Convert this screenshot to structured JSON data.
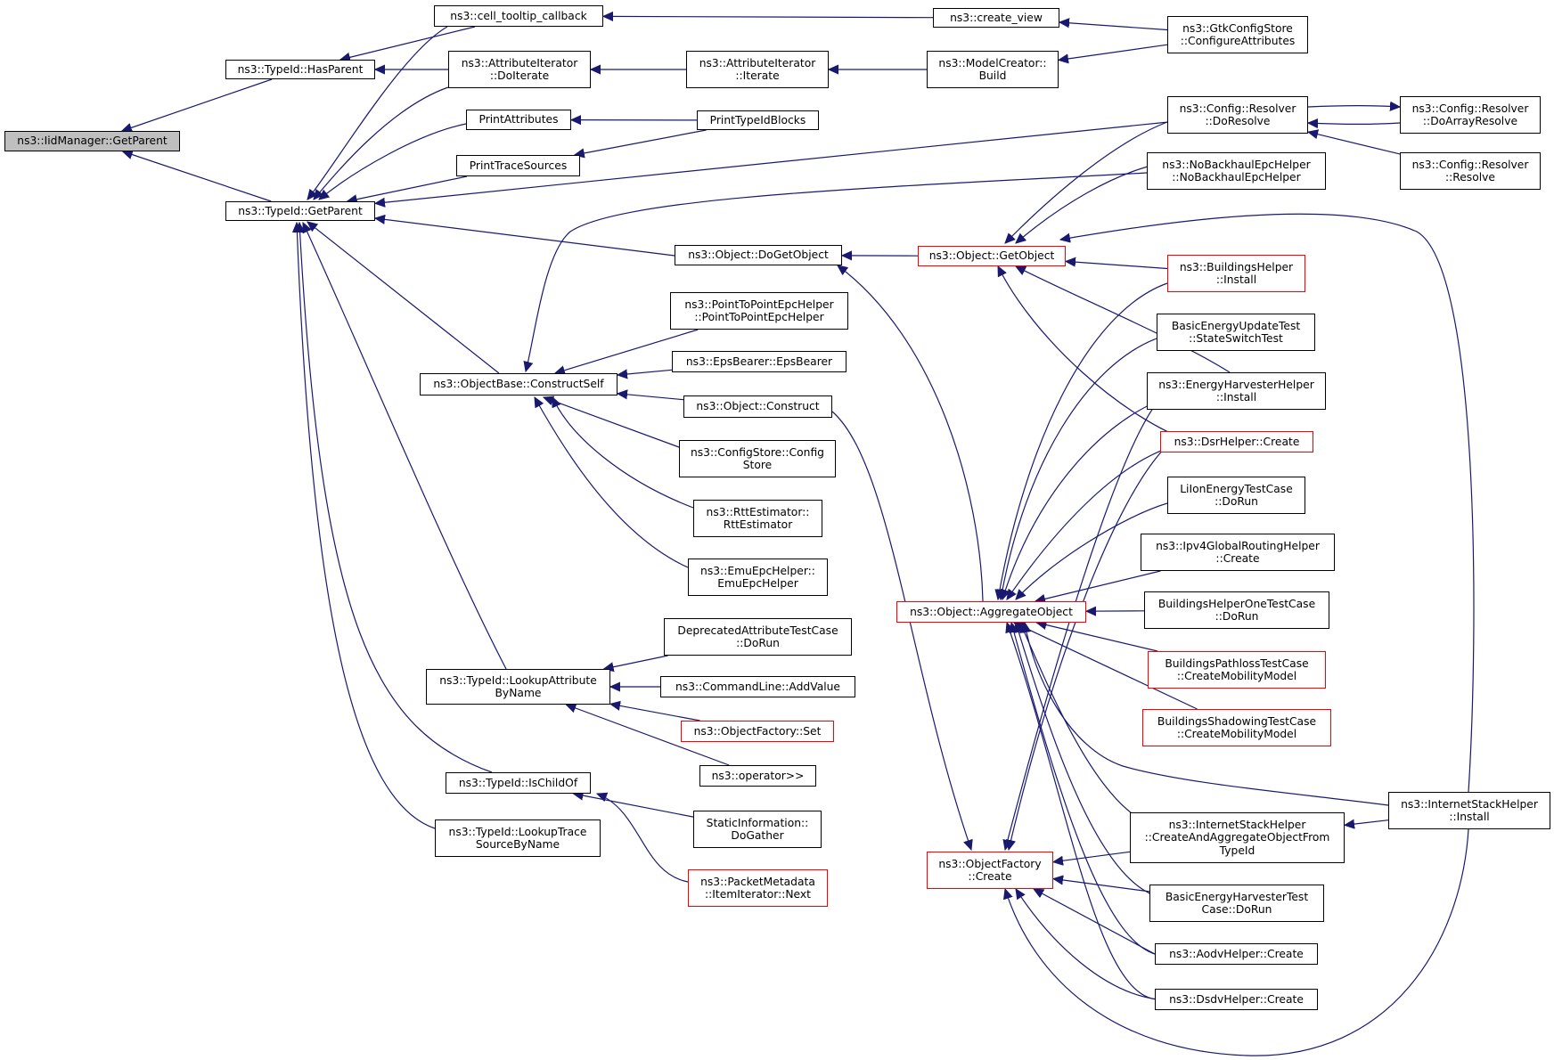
{
  "colors": {
    "edge": "#191970",
    "border": "#000000",
    "red_border": "#ff0000",
    "focus_fill": "#bfbfbf"
  },
  "nodes": {
    "getparent_mgr": {
      "label": "ns3::IidManager::GetParent",
      "style": "focus"
    },
    "hasparent": {
      "label": "ns3::TypeId::HasParent"
    },
    "typeid_getparent": {
      "label": "ns3::TypeId::GetParent"
    },
    "cell_tooltip": {
      "label": "ns3::cell_tooltip_callback"
    },
    "attr_doiterate": {
      "label": "ns3::AttributeIterator\n::DoIterate"
    },
    "printattributes": {
      "label": "PrintAttributes"
    },
    "printtracesources": {
      "label": "PrintTraceSources"
    },
    "create_view": {
      "label": "ns3::create_view"
    },
    "attr_iterate": {
      "label": "ns3::AttributeIterator\n::Iterate"
    },
    "modelcreator_build": {
      "label": "ns3::ModelCreator::\nBuild"
    },
    "printtypeidblocks": {
      "label": "PrintTypeIdBlocks"
    },
    "gtkconfigstore": {
      "label": "ns3::GtkConfigStore\n::ConfigureAttributes"
    },
    "resolver_doresolve": {
      "label": "ns3::Config::Resolver\n::DoResolve"
    },
    "resolver_doarray": {
      "label": "ns3::Config::Resolver\n::DoArrayResolve"
    },
    "resolver_resolve": {
      "label": "ns3::Config::Resolver\n::Resolve"
    },
    "nobackhaul": {
      "label": "ns3::NoBackhaulEpcHelper\n::NoBackhaulEpcHelper"
    },
    "object_dogetobject": {
      "label": "ns3::Object::DoGetObject"
    },
    "object_getobject": {
      "label": "ns3::Object::GetObject",
      "style": "red"
    },
    "buildings_install": {
      "label": "ns3::BuildingsHelper\n::Install",
      "style": "red"
    },
    "basicenergyupdate": {
      "label": "BasicEnergyUpdateTest\n::StateSwitchTest"
    },
    "energyharvester_install": {
      "label": "ns3::EnergyHarvesterHelper\n::Install"
    },
    "dsrhelper_create": {
      "label": "ns3::DsrHelper::Create",
      "style": "red"
    },
    "lilon": {
      "label": "LiIonEnergyTestCase\n::DoRun"
    },
    "ipv4global": {
      "label": "ns3::Ipv4GlobalRoutingHelper\n::Create"
    },
    "buildingsonetest": {
      "label": "BuildingsHelperOneTestCase\n::DoRun"
    },
    "buildingspathloss": {
      "label": "BuildingsPathlossTestCase\n::CreateMobilityModel",
      "style": "red"
    },
    "buildingsshadowing": {
      "label": "BuildingsShadowingTestCase\n::CreateMobilityModel",
      "style": "red"
    },
    "aggregateobject": {
      "label": "ns3::Object::AggregateObject",
      "style": "red"
    },
    "internetstack_install": {
      "label": "ns3::InternetStackHelper\n::Install"
    },
    "internetstack_create": {
      "label": "ns3::InternetStackHelper\n::CreateAndAggregateObjectFrom\nTypeId"
    },
    "basicenergyharvester": {
      "label": "BasicEnergyHarvesterTest\nCase::DoRun"
    },
    "aodv_create": {
      "label": "ns3::AodvHelper::Create"
    },
    "dsdv_create": {
      "label": "ns3::DsdvHelper::Create"
    },
    "objectfactory_create": {
      "label": "ns3::ObjectFactory\n::Create",
      "style": "red"
    },
    "p2pepchelper": {
      "label": "ns3::PointToPointEpcHelper\n::PointToPointEpcHelper"
    },
    "epsbearer": {
      "label": "ns3::EpsBearer::EpsBearer"
    },
    "objectbase_constructself": {
      "label": "ns3::ObjectBase::ConstructSelf"
    },
    "object_construct": {
      "label": "ns3::Object::Construct"
    },
    "configstore": {
      "label": "ns3::ConfigStore::Config\nStore"
    },
    "rttestimator": {
      "label": "ns3::RttEstimator::\nRttEstimator"
    },
    "emuepchelper": {
      "label": "ns3::EmuEpcHelper::\nEmuEpcHelper"
    },
    "lookupattr": {
      "label": "ns3::TypeId::LookupAttribute\nByName"
    },
    "deprecatedattr": {
      "label": "DeprecatedAttributeTestCase\n::DoRun"
    },
    "cmdline_addvalue": {
      "label": "ns3::CommandLine::AddValue"
    },
    "objectfactory_set": {
      "label": "ns3::ObjectFactory::Set",
      "style": "red"
    },
    "operator_shift": {
      "label": "ns3::operator>>"
    },
    "ischildof": {
      "label": "ns3::TypeId::IsChildOf"
    },
    "staticinformation": {
      "label": "StaticInformation::\nDoGather"
    },
    "packetmetadata": {
      "label": "ns3::PacketMetadata\n::ItemIterator::Next",
      "style": "red"
    },
    "lookuptrace": {
      "label": "ns3::TypeId::LookupTrace\nSourceByName"
    }
  },
  "edges": [
    [
      "hasparent",
      "getparent_mgr"
    ],
    [
      "typeid_getparent",
      "getparent_mgr"
    ],
    [
      "cell_tooltip",
      "hasparent"
    ],
    [
      "attr_doiterate",
      "hasparent"
    ],
    [
      "cell_tooltip",
      "typeid_getparent"
    ],
    [
      "attr_doiterate",
      "typeid_getparent"
    ],
    [
      "printattributes",
      "typeid_getparent"
    ],
    [
      "printtracesources",
      "typeid_getparent"
    ],
    [
      "resolver_doresolve",
      "typeid_getparent"
    ],
    [
      "object_dogetobject",
      "typeid_getparent"
    ],
    [
      "objectbase_constructself",
      "typeid_getparent"
    ],
    [
      "lookupattr",
      "typeid_getparent"
    ],
    [
      "ischildof",
      "typeid_getparent"
    ],
    [
      "lookuptrace",
      "typeid_getparent"
    ],
    [
      "create_view",
      "cell_tooltip"
    ],
    [
      "gtkconfigstore",
      "create_view"
    ],
    [
      "attr_iterate",
      "attr_doiterate"
    ],
    [
      "modelcreator_build",
      "attr_iterate"
    ],
    [
      "gtkconfigstore",
      "modelcreator_build"
    ],
    [
      "printtypeidblocks",
      "printattributes"
    ],
    [
      "printtypeidblocks",
      "printtracesources"
    ],
    [
      "resolver_doarray",
      "resolver_doresolve"
    ],
    [
      "resolver_doresolve",
      "resolver_doarray"
    ],
    [
      "resolver_resolve",
      "resolver_doresolve"
    ],
    [
      "object_getobject",
      "object_dogetobject"
    ],
    [
      "resolver_doresolve",
      "object_getobject"
    ],
    [
      "nobackhaul",
      "object_getobject"
    ],
    [
      "buildings_install",
      "object_getobject"
    ],
    [
      "energyharvester_install",
      "object_getobject"
    ],
    [
      "dsrhelper_create",
      "object_getobject"
    ],
    [
      "internetstack_install",
      "object_getobject"
    ],
    [
      "aggregateobject",
      "object_dogetobject"
    ],
    [
      "buildings_install",
      "aggregateobject"
    ],
    [
      "basicenergyupdate",
      "aggregateobject"
    ],
    [
      "energyharvester_install",
      "aggregateobject"
    ],
    [
      "dsrhelper_create",
      "aggregateobject"
    ],
    [
      "lilon",
      "aggregateobject"
    ],
    [
      "ipv4global",
      "aggregateobject"
    ],
    [
      "buildingsonetest",
      "aggregateobject"
    ],
    [
      "buildingspathloss",
      "aggregateobject"
    ],
    [
      "buildingsshadowing",
      "aggregateobject"
    ],
    [
      "internetstack_install",
      "aggregateobject"
    ],
    [
      "internetstack_create",
      "aggregateobject"
    ],
    [
      "basicenergyharvester",
      "aggregateobject"
    ],
    [
      "aodv_create",
      "aggregateobject"
    ],
    [
      "dsdv_create",
      "aggregateobject"
    ],
    [
      "internetstack_install",
      "internetstack_create"
    ],
    [
      "internetstack_create",
      "objectfactory_create"
    ],
    [
      "basicenergyharvester",
      "objectfactory_create"
    ],
    [
      "aodv_create",
      "objectfactory_create"
    ],
    [
      "dsdv_create",
      "objectfactory_create"
    ],
    [
      "internetstack_install",
      "objectfactory_create"
    ],
    [
      "energyharvester_install",
      "objectfactory_create"
    ],
    [
      "dsrhelper_create",
      "objectfactory_create"
    ],
    [
      "object_construct",
      "objectfactory_create"
    ],
    [
      "nobackhaul",
      "objectbase_constructself"
    ],
    [
      "p2pepchelper",
      "objectbase_constructself"
    ],
    [
      "epsbearer",
      "objectbase_constructself"
    ],
    [
      "object_construct",
      "objectbase_constructself"
    ],
    [
      "configstore",
      "objectbase_constructself"
    ],
    [
      "rttestimator",
      "objectbase_constructself"
    ],
    [
      "emuepchelper",
      "objectbase_constructself"
    ],
    [
      "deprecatedattr",
      "lookupattr"
    ],
    [
      "cmdline_addvalue",
      "lookupattr"
    ],
    [
      "objectfactory_set",
      "lookupattr"
    ],
    [
      "operator_shift",
      "lookupattr"
    ],
    [
      "staticinformation",
      "ischildof"
    ],
    [
      "packetmetadata",
      "ischildof"
    ]
  ]
}
